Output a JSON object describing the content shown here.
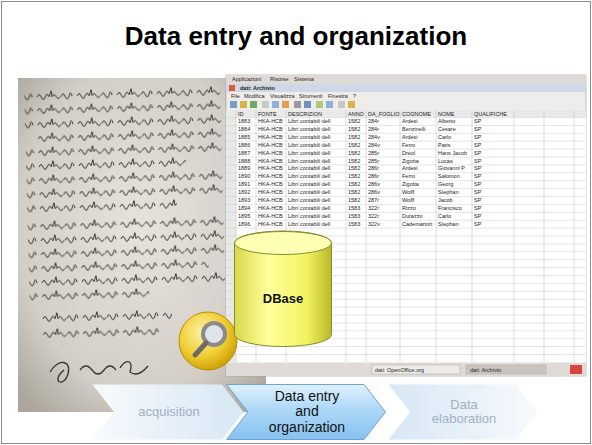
{
  "diagram": {
    "title": "Data entry and organization",
    "nodes": [
      {
        "text": [
          "DBase"
        ]
      },
      {
        "text": [
          "acquisition"
        ]
      },
      {
        "text": [
          "Data entry and organization"
        ]
      },
      {
        "text": [
          "Data elaboration"
        ]
      }
    ],
    "labels": [
      "Applicazioni",
      "Risorse",
      "Sistema",
      "dati: Archivio",
      "File",
      "Modifica",
      "Visualizza",
      "Strumenti",
      "Finestra",
      "?",
      "ID",
      "FONTE",
      "DESCRIZION",
      "ANNO",
      "DA_FOGLIO",
      "COGNOME",
      "NOME",
      "QUALIFICHE",
      "1883",
      "HKA-HCB",
      "Libri contabili dell",
      "1582",
      "284r",
      "Ardesi",
      "Alberto",
      "SP",
      "1884",
      "HKA-HCB",
      "Libri contabili dell",
      "1582",
      "284r",
      "Benzinelli",
      "Cesare",
      "SP",
      "1885",
      "HKA-HCB",
      "Libri contabili dell",
      "1582",
      "284v",
      "Ardesi",
      "Carlo",
      "SP",
      "1886",
      "HKA-HCB",
      "Libri contabili dell",
      "1582",
      "284v",
      "Ferro",
      "Paris",
      "SP",
      "1887",
      "HKA-HCB",
      "Libri contabili dell",
      "1582",
      "285r",
      "Dreol",
      "Hans Jacob",
      "SP",
      "1888",
      "HKA-HCB",
      "Libri contabili dell",
      "1582",
      "285r",
      "Zigotta",
      "Lucas",
      "SP",
      "1889",
      "HKA-HCB",
      "Libri contabili dell",
      "1582",
      "286r",
      "Ardesi",
      "Giovanni P",
      "SP",
      "1890",
      "HKA-HCB",
      "Libri contabili dell",
      "1582",
      "286r",
      "Ferro",
      "Salomon",
      "SP",
      "1891",
      "HKA-HCB",
      "Libri contabili dell",
      "1582",
      "286v",
      "Zigotta",
      "Georg",
      "SP",
      "1892",
      "HKA-HCB",
      "Libri contabili dell",
      "1582",
      "286v",
      "Wolff",
      "Stephan",
      "SP",
      "1893",
      "HKA-HCB",
      "Libri contabili dell",
      "1582",
      "287r",
      "Wolff",
      "Jacob",
      "SP",
      "1894",
      "HKA-HCB",
      "Libri contabili dell",
      "1583",
      "322r",
      "Rizzo",
      "Francisco",
      "SP",
      "1895",
      "HKA-HCB",
      "Libri contabili dell",
      "1583",
      "322r",
      "Durazzo",
      "Carlo",
      "SP",
      "1896",
      "HKA-HCB",
      "Libri contabili dell",
      "1583",
      "322v",
      "Cademartori",
      "Stephan",
      "SP",
      "dati: OpenOffice.org",
      "dati: Archivio"
    ]
  }
}
